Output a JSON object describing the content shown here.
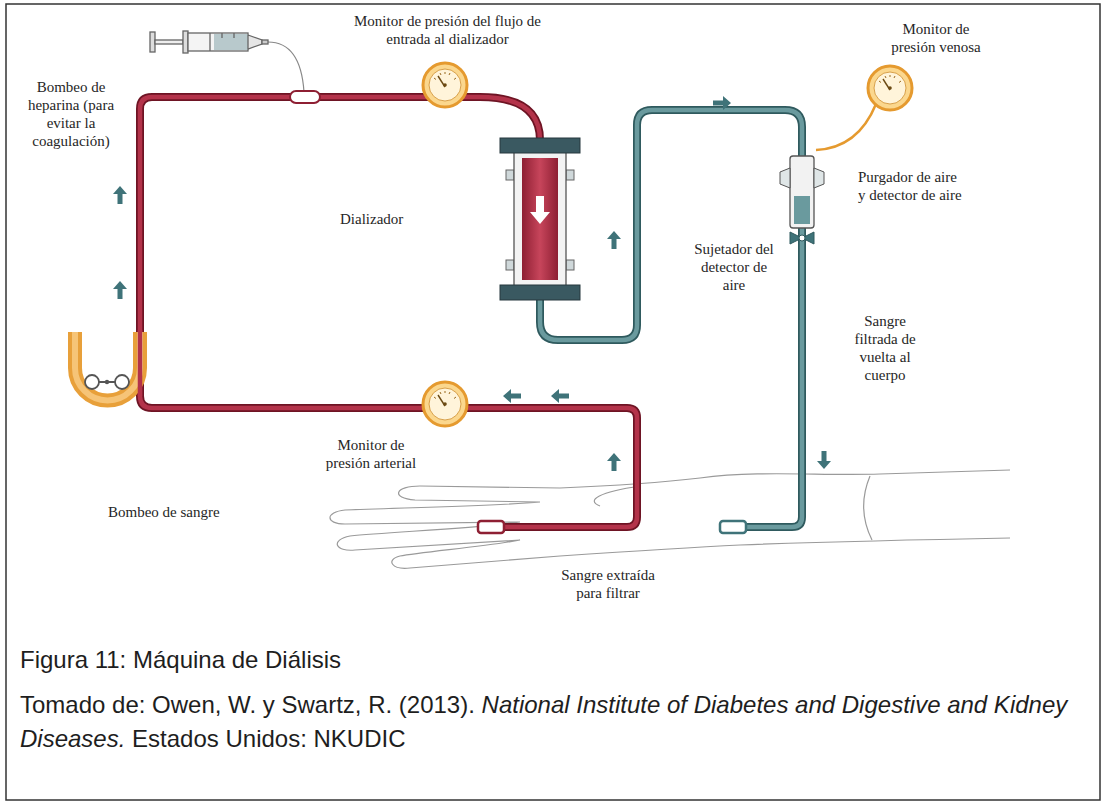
{
  "diagram": {
    "caption": "Figura 11: Máquina de Diálisis",
    "labels": [
      "Monitor de presión del flujo de entrada al dializador",
      "Bombeo de heparina (para evitar la coagulación)",
      "Dializador",
      "Monitor de presión venosa",
      "Purgador de aire y detector de aire",
      "Sujetador del detector de aire",
      "Sangre filtrada de vuelta al cuerpo",
      "Monitor de presión arterial",
      "Bombeo de sangre",
      "Sangre extraída para filtrar",
      "Tomado de: Owen, W. y Swartz, R. (2013).",
      "National Institute of Diabetes and Digestive and Kidney Diseases.",
      "Estados Unidos: NKUDIC"
    ]
  }
}
